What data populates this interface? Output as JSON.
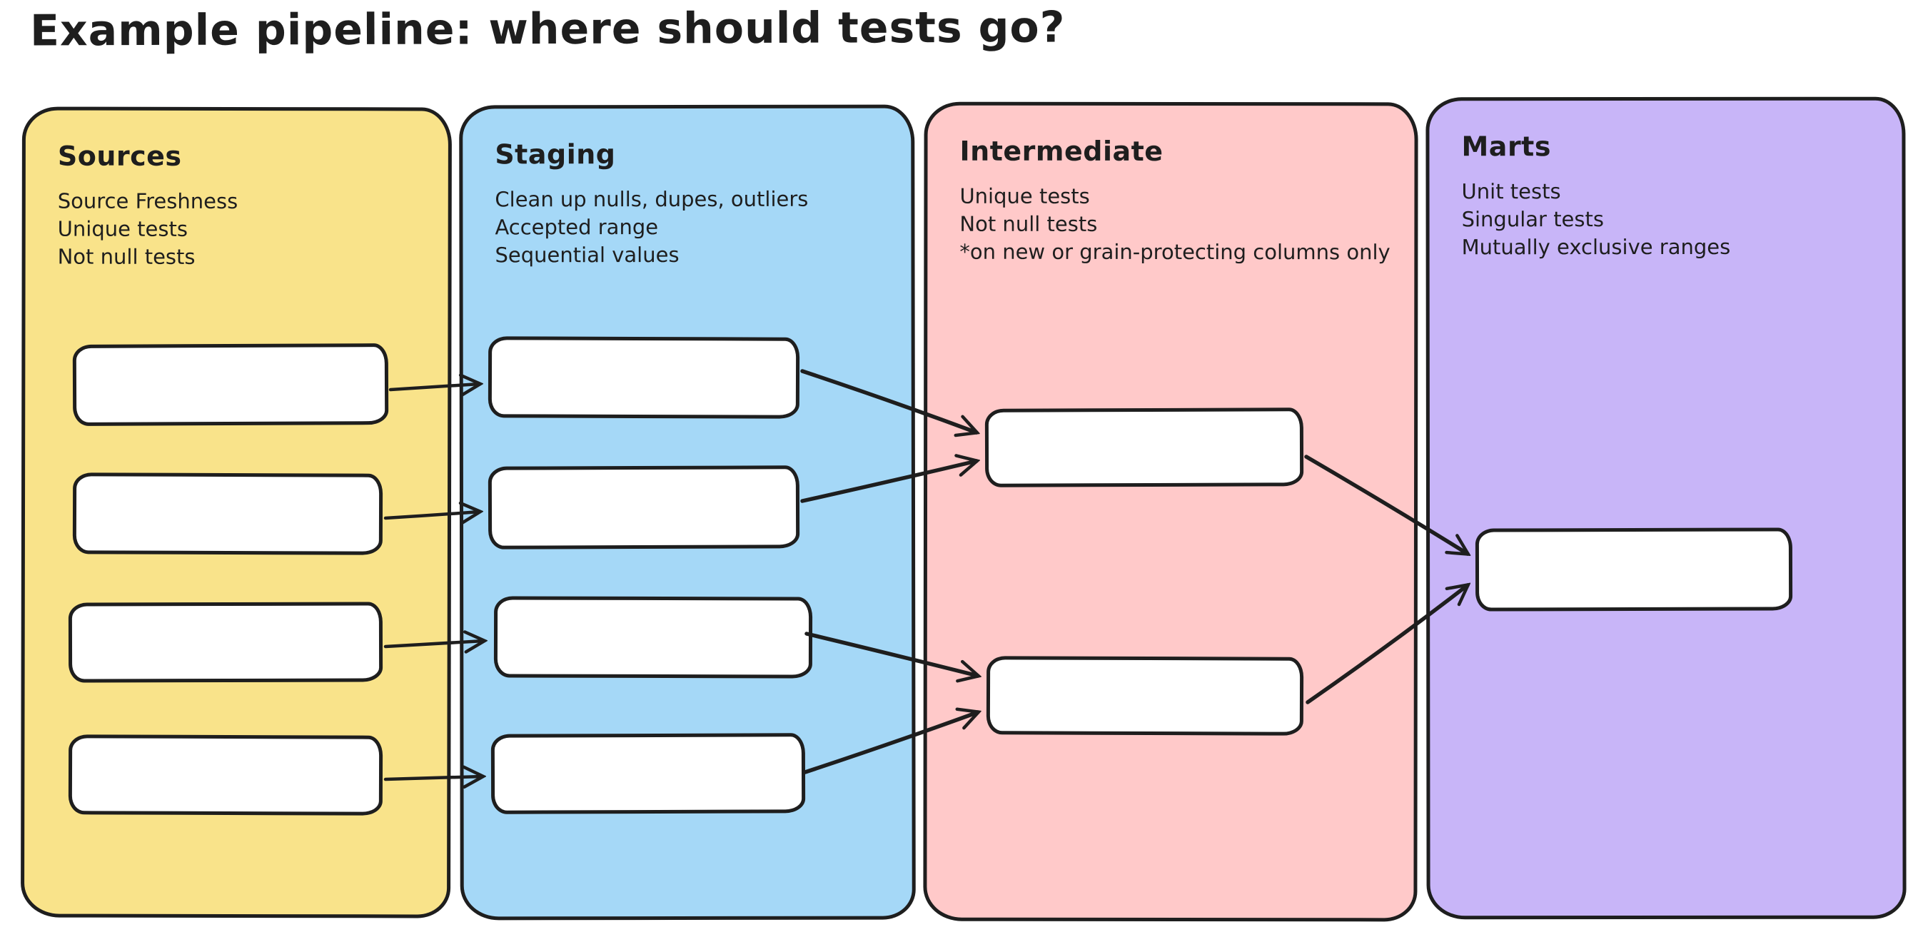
{
  "page": {
    "title": "Example pipeline: where should tests go?",
    "background": "#ffffff"
  },
  "columns": [
    {
      "id": "sources",
      "label": "Sources",
      "color": "#f9e38a",
      "notes": [
        "Source Freshness",
        "Unique tests",
        "Not null tests"
      ],
      "node_count": 4
    },
    {
      "id": "staging",
      "label": "Staging",
      "color": "#a5d8f7",
      "notes": [
        "Clean up nulls, dupes, outliers",
        "Accepted range",
        "Sequential values"
      ],
      "node_count": 4
    },
    {
      "id": "intermediate",
      "label": "Intermediate",
      "color": "#ffc9c9",
      "notes": [
        "Unique tests",
        "Not null tests",
        "*on new or grain-protecting columns only"
      ],
      "node_count": 2
    },
    {
      "id": "marts",
      "label": "Marts",
      "color": "#c8b5f8",
      "notes": [
        "Unit tests",
        "Singular tests",
        "Mutually exclusive ranges"
      ],
      "node_count": 1
    }
  ],
  "edges": [
    {
      "from": "sources-node-1",
      "to": "staging-node-1"
    },
    {
      "from": "sources-node-2",
      "to": "staging-node-2"
    },
    {
      "from": "sources-node-3",
      "to": "staging-node-3"
    },
    {
      "from": "sources-node-4",
      "to": "staging-node-4"
    },
    {
      "from": "staging-node-1",
      "to": "intermediate-node-1"
    },
    {
      "from": "staging-node-2",
      "to": "intermediate-node-1"
    },
    {
      "from": "staging-node-3",
      "to": "intermediate-node-2"
    },
    {
      "from": "staging-node-4",
      "to": "intermediate-node-2"
    },
    {
      "from": "intermediate-node-1",
      "to": "marts-node-1"
    },
    {
      "from": "intermediate-node-2",
      "to": "marts-node-1"
    }
  ],
  "colors": {
    "outline": "#1e1e1e",
    "node_fill": "#ffffff",
    "text": "#1e1e1e"
  }
}
